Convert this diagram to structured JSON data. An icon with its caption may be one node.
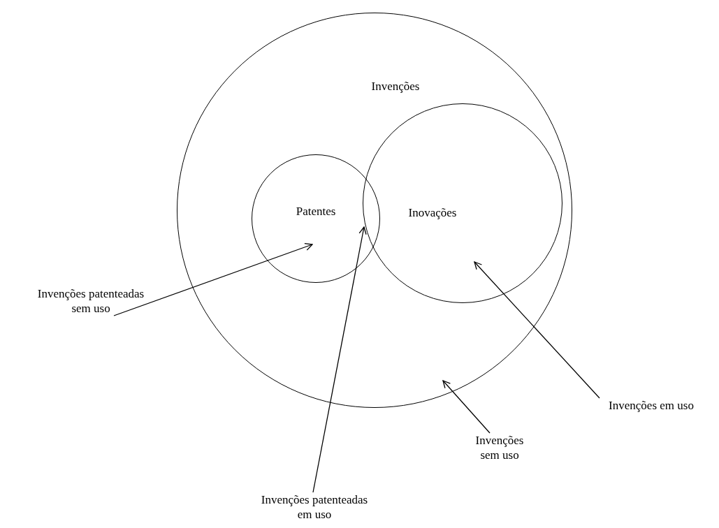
{
  "diagram": {
    "nodes": [
      {
        "text": [
          "Invenções"
        ]
      },
      {
        "text": [
          "Patentes"
        ],
        "in": 0
      },
      {
        "text": [
          "Inovações"
        ],
        "in": 0
      },
      {
        "text": [
          "Invenções patenteadas sem uso"
        ]
      },
      {
        "text": [
          "Invenções patenteadas em uso"
        ]
      },
      {
        "text": [
          "Invenções sem uso"
        ]
      },
      {
        "text": [
          "Invenções em uso"
        ]
      }
    ],
    "edges": [
      {
        "from": 3,
        "to": 1,
        "arrow": "to"
      },
      {
        "from": 4,
        "to": 1,
        "arrow": "to"
      },
      {
        "from": 5,
        "to": 0,
        "arrow": "to"
      },
      {
        "from": 6,
        "to": 2,
        "arrow": "to"
      }
    ]
  }
}
